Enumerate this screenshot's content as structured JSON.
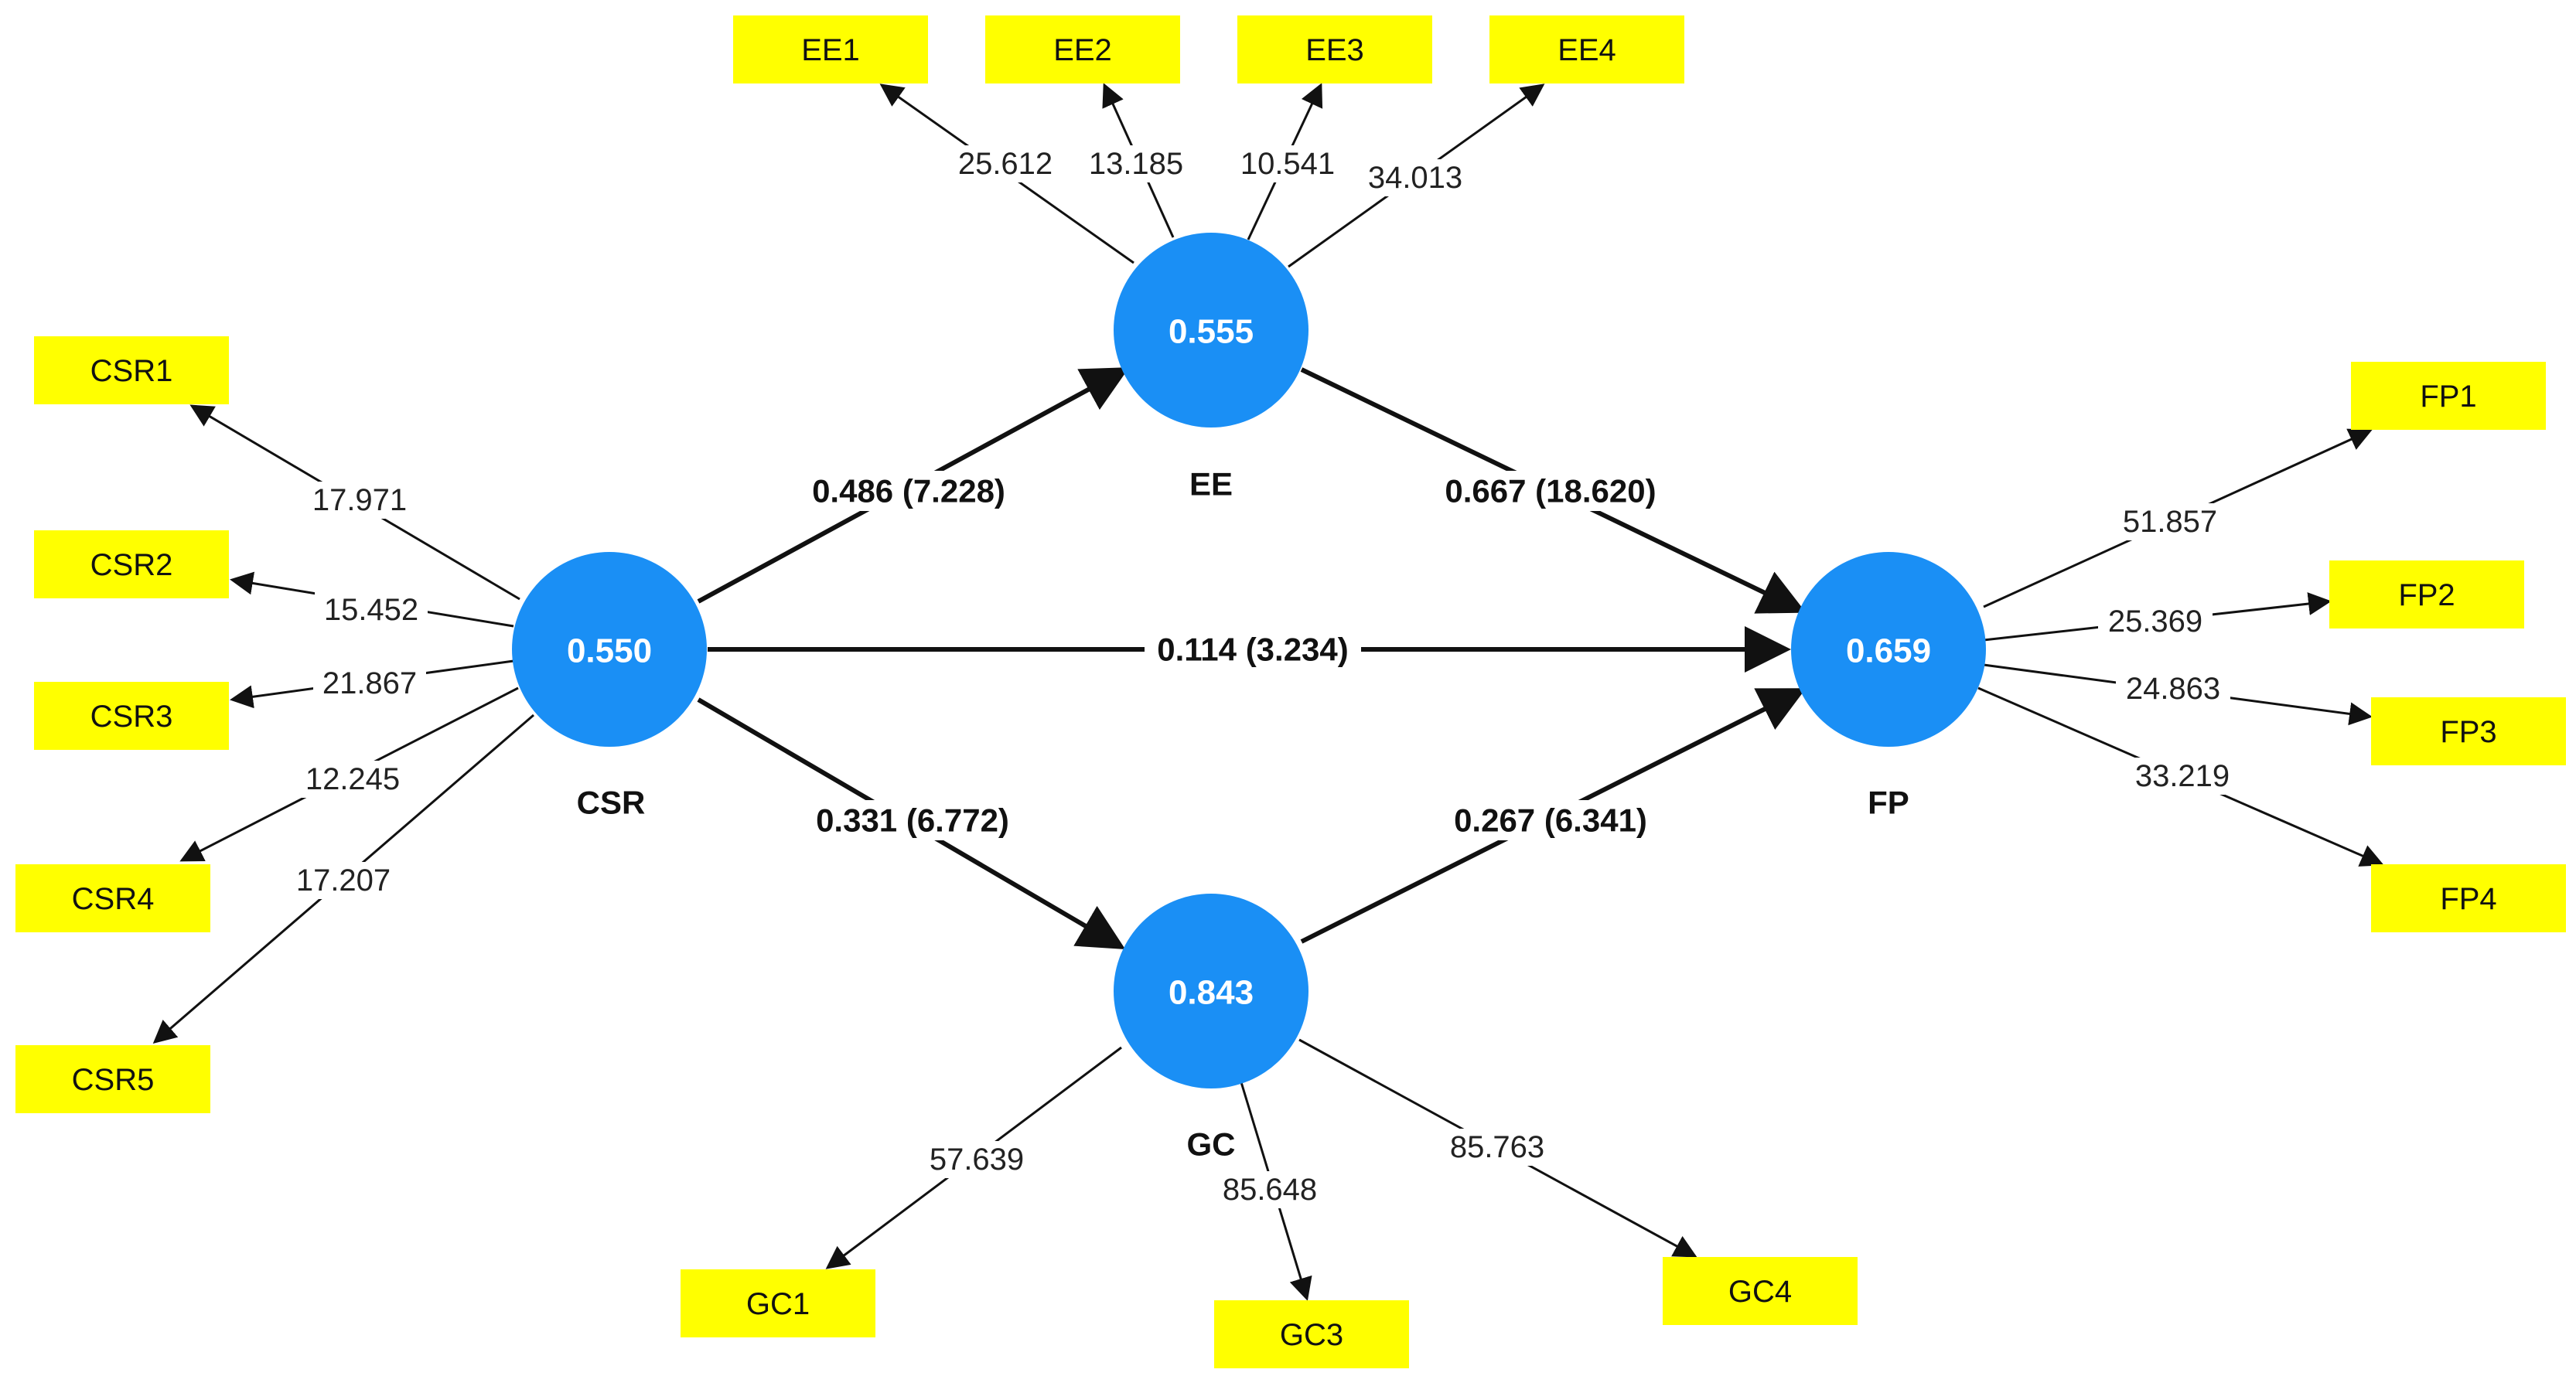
{
  "colors": {
    "construct_fill": "#1A8FF5",
    "indicator_fill": "#FFFF00",
    "line": "#111111",
    "label_bg": "#ffffff"
  },
  "constructs": {
    "csr": {
      "name": "CSR",
      "value": "0.550"
    },
    "ee": {
      "name": "EE",
      "value": "0.555"
    },
    "gc": {
      "name": "GC",
      "value": "0.843"
    },
    "fp": {
      "name": "FP",
      "value": "0.659"
    }
  },
  "indicators": {
    "ee1": "EE1",
    "ee2": "EE2",
    "ee3": "EE3",
    "ee4": "EE4",
    "csr1": "CSR1",
    "csr2": "CSR2",
    "csr3": "CSR3",
    "csr4": "CSR4",
    "csr5": "CSR5",
    "fp1": "FP1",
    "fp2": "FP2",
    "fp3": "FP3",
    "fp4": "FP4",
    "gc1": "GC1",
    "gc3": "GC3",
    "gc4": "GC4"
  },
  "loadings": {
    "ee1": "25.612",
    "ee2": "13.185",
    "ee3": "10.541",
    "ee4": "34.013",
    "csr1": "17.971",
    "csr2": "15.452",
    "csr3": "21.867",
    "csr4": "12.245",
    "csr5": "17.207",
    "fp1": "51.857",
    "fp2": "25.369",
    "fp3": "24.863",
    "fp4": "33.219",
    "gc1": "57.639",
    "gc3": "85.648",
    "gc4": "85.763"
  },
  "paths": {
    "csr_ee": "0.486 (7.228)",
    "ee_fp": "0.667 (18.620)",
    "csr_fp": "0.114 (3.234)",
    "csr_gc": "0.331 (6.772)",
    "gc_fp": "0.267 (6.341)"
  }
}
